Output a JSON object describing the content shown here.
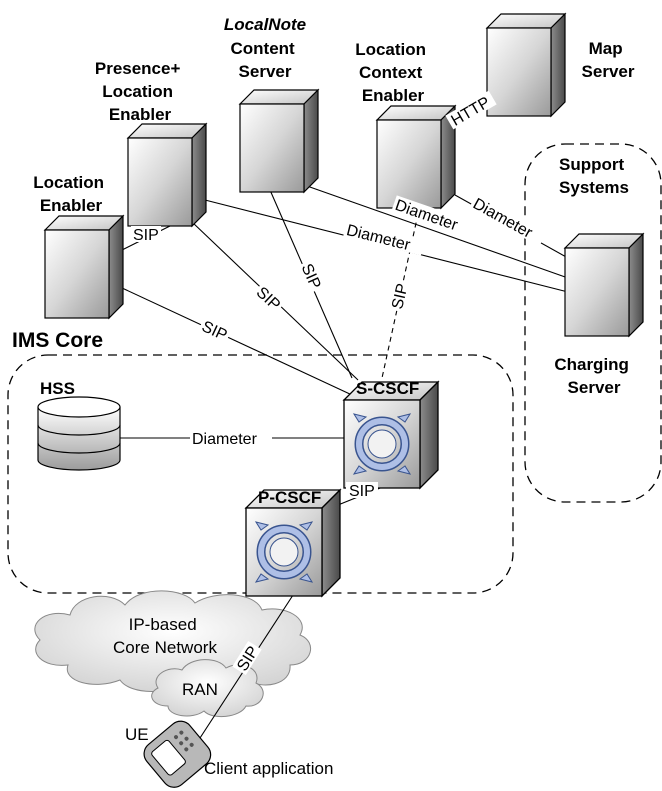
{
  "nodes": {
    "location_enabler": [
      "Location",
      "Enabler"
    ],
    "presence_location_enabler": [
      "Presence+",
      "Location",
      "Enabler"
    ],
    "content_server": {
      "italic": "LocalNote",
      "rest": [
        "Content",
        "Server"
      ]
    },
    "location_context_enabler": [
      "Location",
      "Context",
      "Enabler"
    ],
    "map_server": [
      "Map",
      "Server"
    ],
    "support_systems": [
      "Support",
      "Systems"
    ],
    "charging_server": [
      "Charging",
      "Server"
    ],
    "ims_core": "IMS Core",
    "hss": "HSS",
    "s_cscf": "S-CSCF",
    "p_cscf": "P-CSCF",
    "ip_core_network": [
      "IP-based",
      "Core Network"
    ],
    "ran": "RAN",
    "ue": "UE",
    "client_application": "Client application"
  },
  "links": {
    "sip": "SIP",
    "diameter": "Diameter",
    "http": "HTTP"
  },
  "colors": {
    "server_light": "#ffffff",
    "server_dark": "#8a8a8a",
    "cscf_ring": "#aebfe6",
    "cscf_ring_stroke": "#39548f",
    "cloud_fill": "#e2e2e2"
  }
}
